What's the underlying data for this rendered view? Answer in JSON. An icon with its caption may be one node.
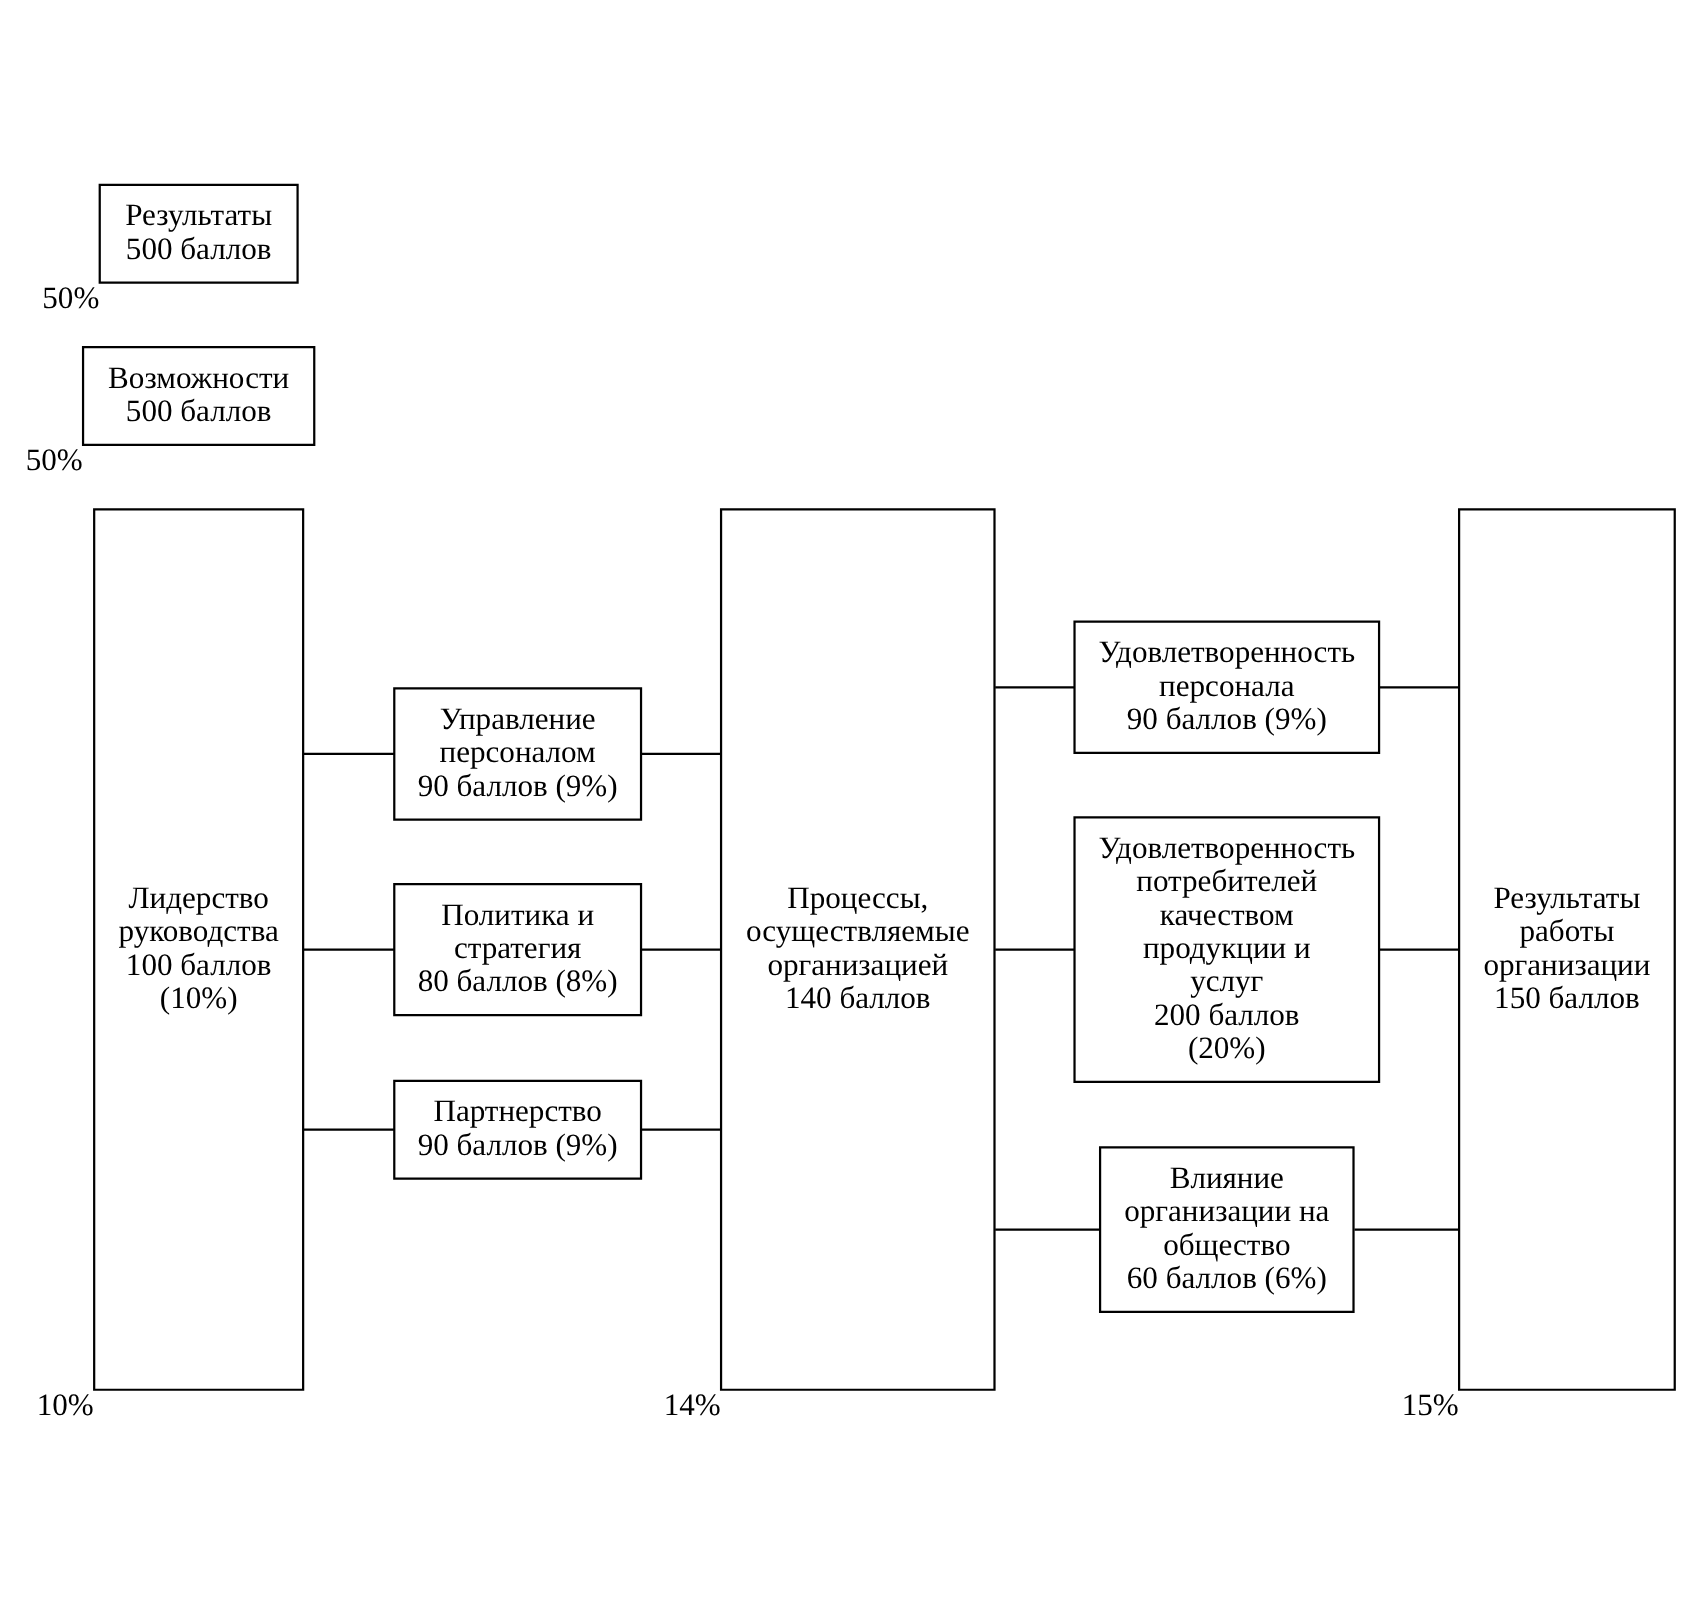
{
  "diagram": {
    "nodes": [
      {
        "text": [
          "Лидерство руководства",
          "100 баллов (10%)"
        ],
        "beside": [
          "10%"
        ]
      },
      {
        "text": [
          "Управление персоналом",
          "90 баллов (9%)"
        ]
      },
      {
        "text": [
          "Политика и стратегия",
          "80 баллов (8%)"
        ]
      },
      {
        "text": [
          "Партнерство",
          "90 баллов (9%)"
        ]
      },
      {
        "text": [
          "Процессы, осуществляемые организацией",
          "140 баллов"
        ],
        "beside": [
          "14%"
        ]
      },
      {
        "text": [
          "Удовлетворенность персонала",
          "90 баллов (9%)"
        ]
      },
      {
        "text": [
          "Удовлетворенность потребителей качеством продукции и услуг",
          "200 баллов (20%)"
        ]
      },
      {
        "text": [
          "Влияние организации на общество",
          "60 баллов (6%)"
        ]
      },
      {
        "text": [
          "Результаты работы организации",
          "150 баллов"
        ],
        "beside": [
          "15%"
        ]
      },
      {
        "text": [
          "Возможности",
          "500 баллов"
        ],
        "beside": [
          "50%"
        ]
      },
      {
        "text": [
          "Результаты",
          "500 баллов"
        ],
        "beside": [
          "50%"
        ]
      }
    ],
    "edges": [
      {
        "from": 0,
        "to": 1,
        "arrow": "none"
      },
      {
        "from": 0,
        "to": 2,
        "arrow": "none"
      },
      {
        "from": 0,
        "to": 3,
        "arrow": "none"
      },
      {
        "from": 1,
        "to": 4,
        "arrow": "none"
      },
      {
        "from": 2,
        "to": 4,
        "arrow": "none"
      },
      {
        "from": 3,
        "to": 4,
        "arrow": "none"
      },
      {
        "from": 4,
        "to": 5,
        "arrow": "none"
      },
      {
        "from": 4,
        "to": 6,
        "arrow": "none"
      },
      {
        "from": 4,
        "to": 7,
        "arrow": "none"
      },
      {
        "from": 5,
        "to": 8,
        "arrow": "none"
      },
      {
        "from": 6,
        "to": 8,
        "arrow": "none"
      },
      {
        "from": 7,
        "to": 8,
        "arrow": "none"
      }
    ]
  }
}
